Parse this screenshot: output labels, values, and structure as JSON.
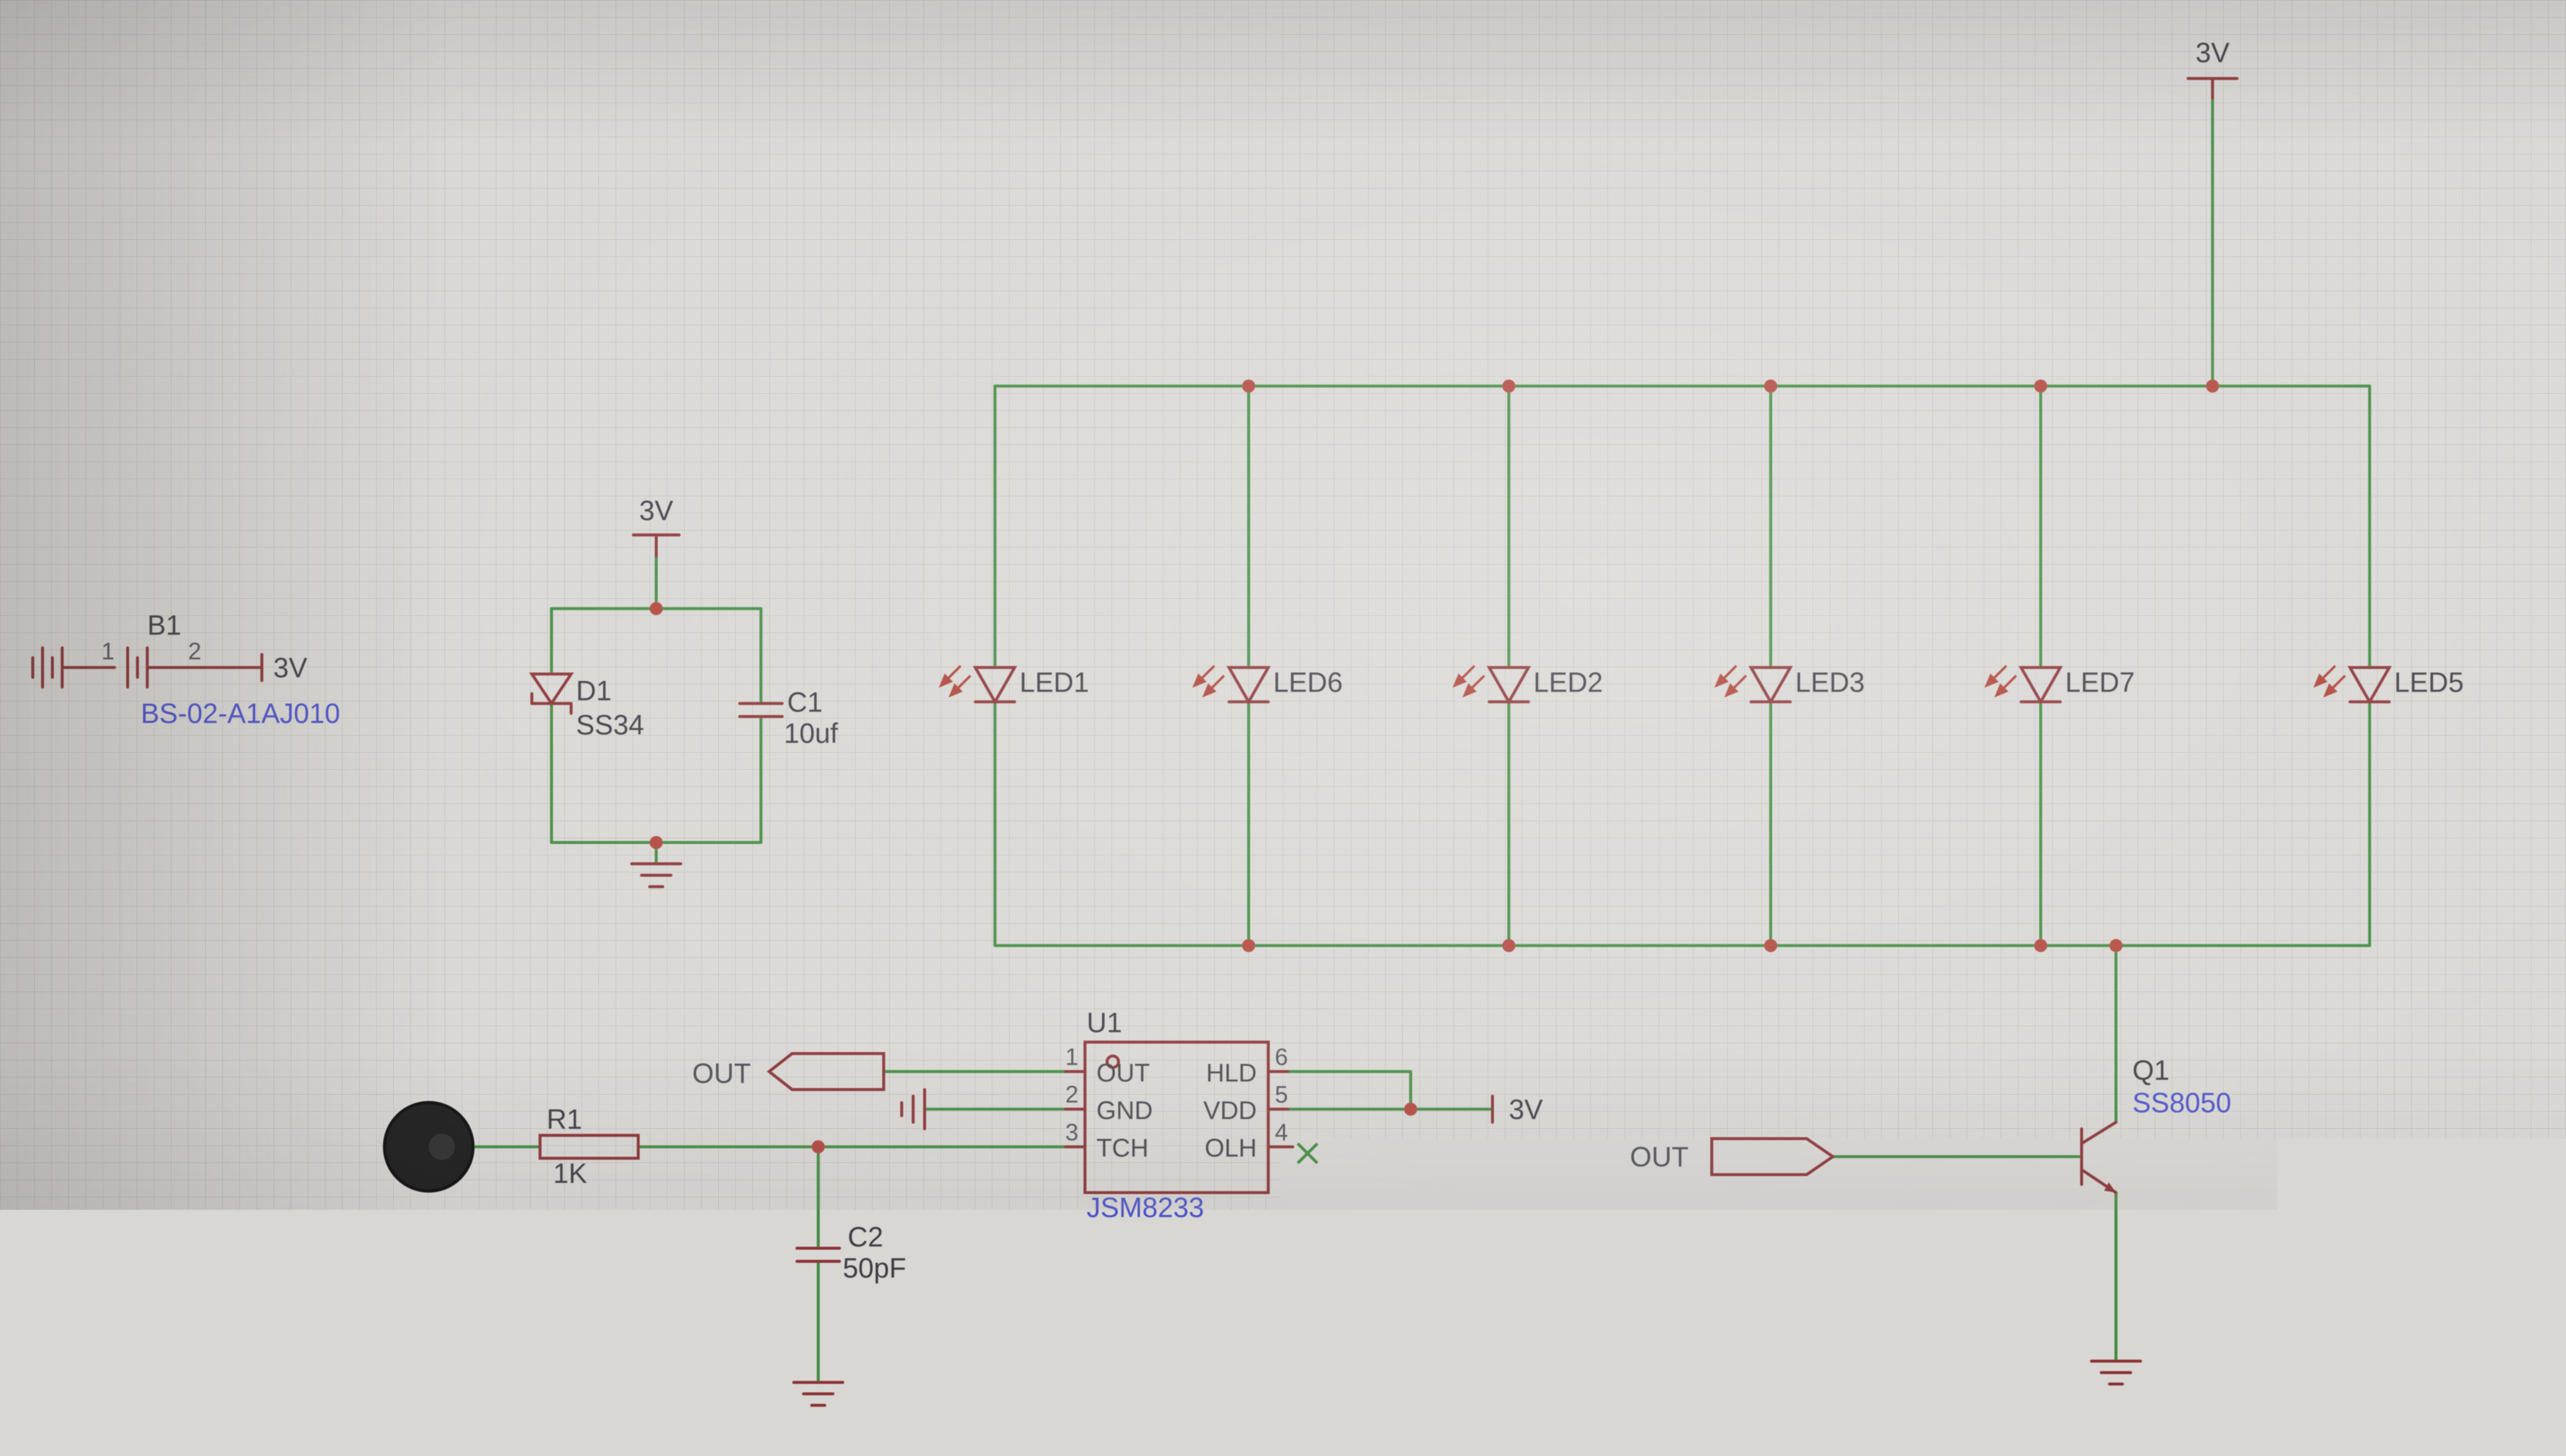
{
  "colors": {
    "background": "#d9d7d4",
    "grid": "#8c8a86",
    "wire_green": "#3f8a3f",
    "component_maroon": "#8a3336",
    "junction_red": "#b0443a",
    "label_gray": "#3d3d42",
    "value_blue": "#4a50c8"
  },
  "power_labels": {
    "top_right": "3V",
    "dc_block": "3V",
    "ic_vdd": "3V",
    "battery": "3V"
  },
  "battery": {
    "ref": "B1",
    "pin1": "1",
    "pin2": "2",
    "value": "BS-02-A1AJ010"
  },
  "diode_d1": {
    "ref": "D1",
    "value": "SS34"
  },
  "cap_c1": {
    "ref": "C1",
    "value": "10uf"
  },
  "leds": [
    {
      "ref": "LED1"
    },
    {
      "ref": "LED6"
    },
    {
      "ref": "LED2"
    },
    {
      "ref": "LED3"
    },
    {
      "ref": "LED7"
    },
    {
      "ref": "LED5"
    }
  ],
  "ic_u1": {
    "ref": "U1",
    "value": "JSM8233",
    "left_pins": [
      {
        "num": "1",
        "name": "OUT"
      },
      {
        "num": "2",
        "name": "GND"
      },
      {
        "num": "3",
        "name": "TCH"
      }
    ],
    "right_pins": [
      {
        "num": "6",
        "name": "HLD"
      },
      {
        "num": "5",
        "name": "VDD"
      },
      {
        "num": "4",
        "name": "OLH"
      }
    ]
  },
  "net_flags": {
    "out_left": "OUT",
    "out_right": "OUT"
  },
  "resistor_r1": {
    "ref": "R1",
    "value": "1K"
  },
  "cap_c2": {
    "ref": "C2",
    "value": "50pF"
  },
  "transistor_q1": {
    "ref": "Q1",
    "value": "SS8050"
  }
}
